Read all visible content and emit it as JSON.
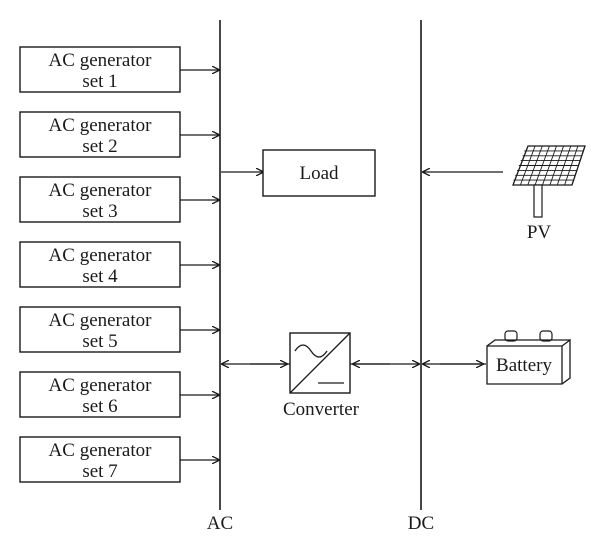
{
  "generators": [
    {
      "line1": "AC generator",
      "line2": "set 1"
    },
    {
      "line1": "AC generator",
      "line2": "set 2"
    },
    {
      "line1": "AC generator",
      "line2": "set 3"
    },
    {
      "line1": "AC generator",
      "line2": "set 4"
    },
    {
      "line1": "AC generator",
      "line2": "set 5"
    },
    {
      "line1": "AC generator",
      "line2": "set 6"
    },
    {
      "line1": "AC generator",
      "line2": "set 7"
    }
  ],
  "load_label": "Load",
  "converter_label": "Converter",
  "pv_label": "PV",
  "battery_label": "Battery",
  "ac_bus_label": "AC",
  "dc_bus_label": "DC"
}
